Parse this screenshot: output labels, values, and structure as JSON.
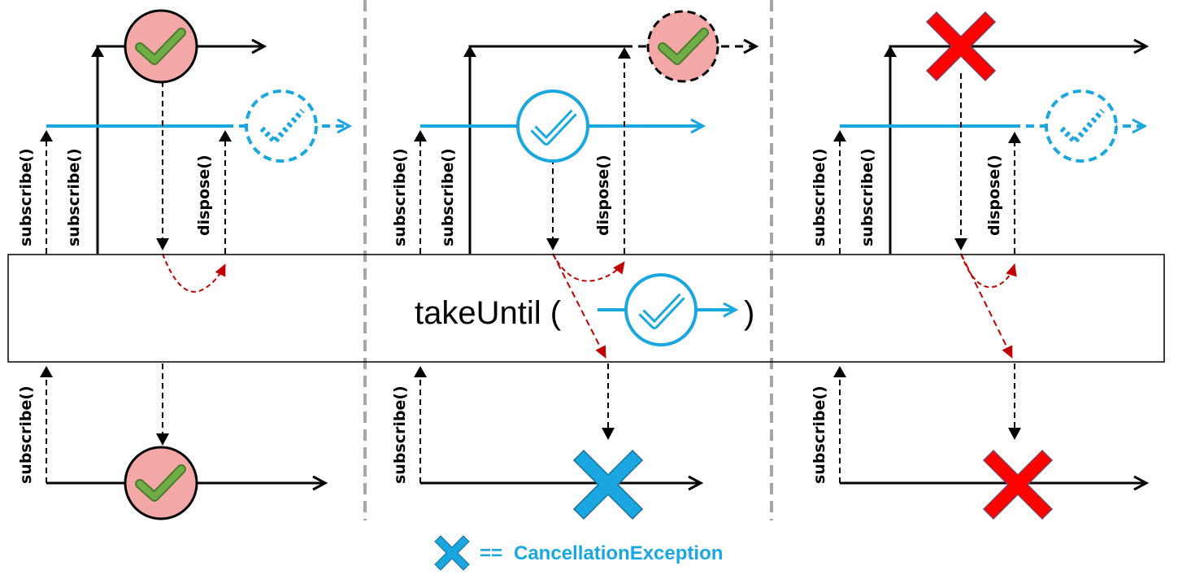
{
  "operator": {
    "name": "takeUntil (",
    "close": ")"
  },
  "labels": {
    "subscribe": "subscribe()",
    "dispose": "dispose()"
  },
  "legend": {
    "equals": "==",
    "text": "CancellationException"
  },
  "colors": {
    "blue": "#1aa7e0",
    "red_dashed": "#c00000",
    "error_red": "#ff0000",
    "success_green": "#70ad47",
    "pink_fill": "#f4a7a7"
  },
  "icons": [
    "check-circle-icon",
    "cross-icon",
    "dashed-check-circle-icon"
  ]
}
